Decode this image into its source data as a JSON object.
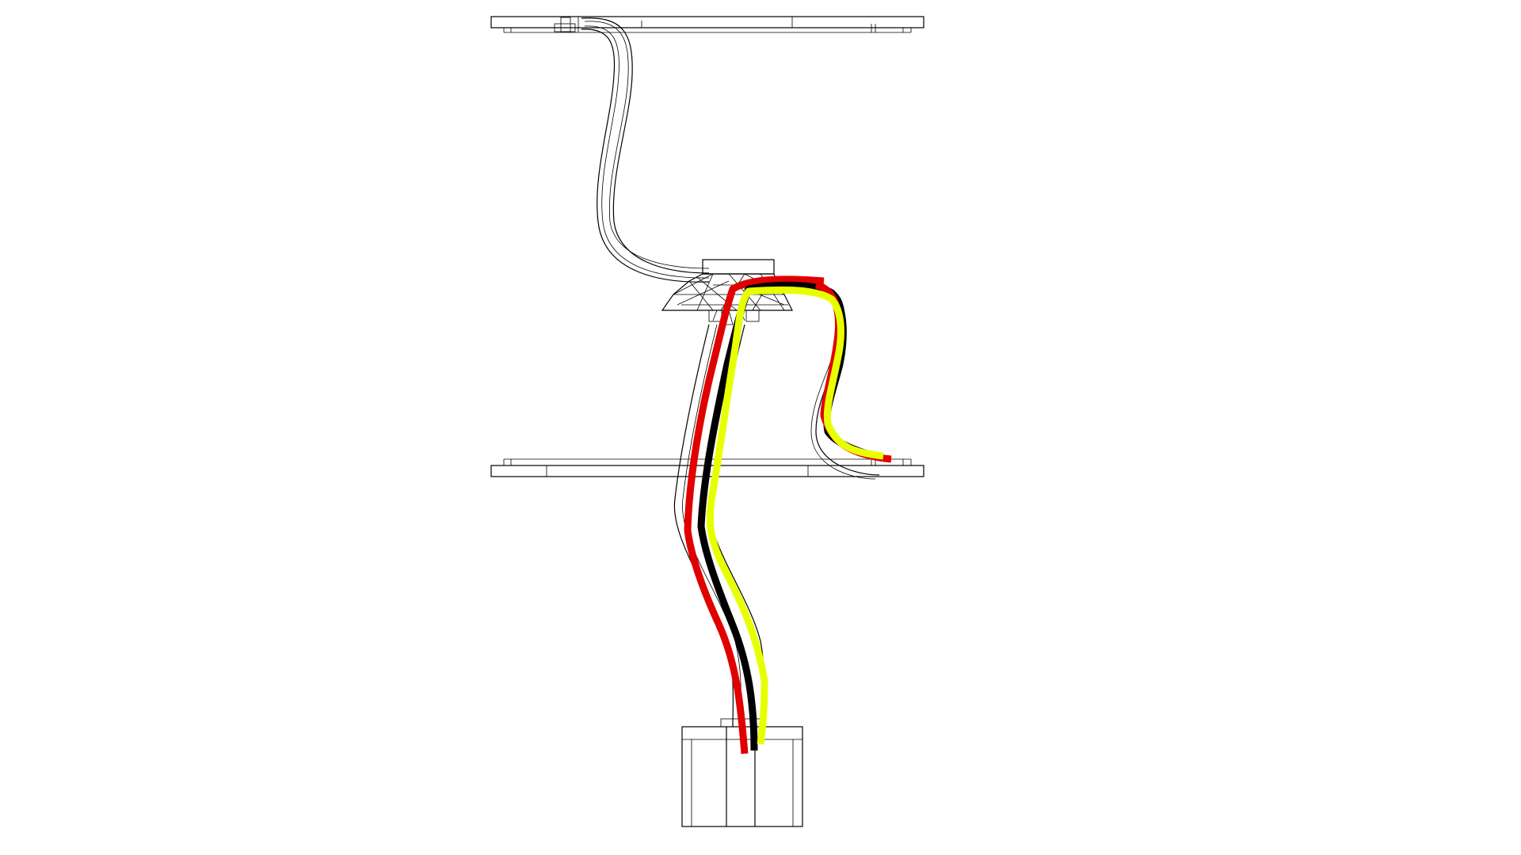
{
  "view": {
    "background": "#ffffff",
    "line_color": "#000000"
  },
  "wires": [
    {
      "id": "red",
      "color": "#e00000"
    },
    {
      "id": "black",
      "color": "#000000"
    },
    {
      "id": "yellow",
      "color": "#e8ff00"
    }
  ]
}
